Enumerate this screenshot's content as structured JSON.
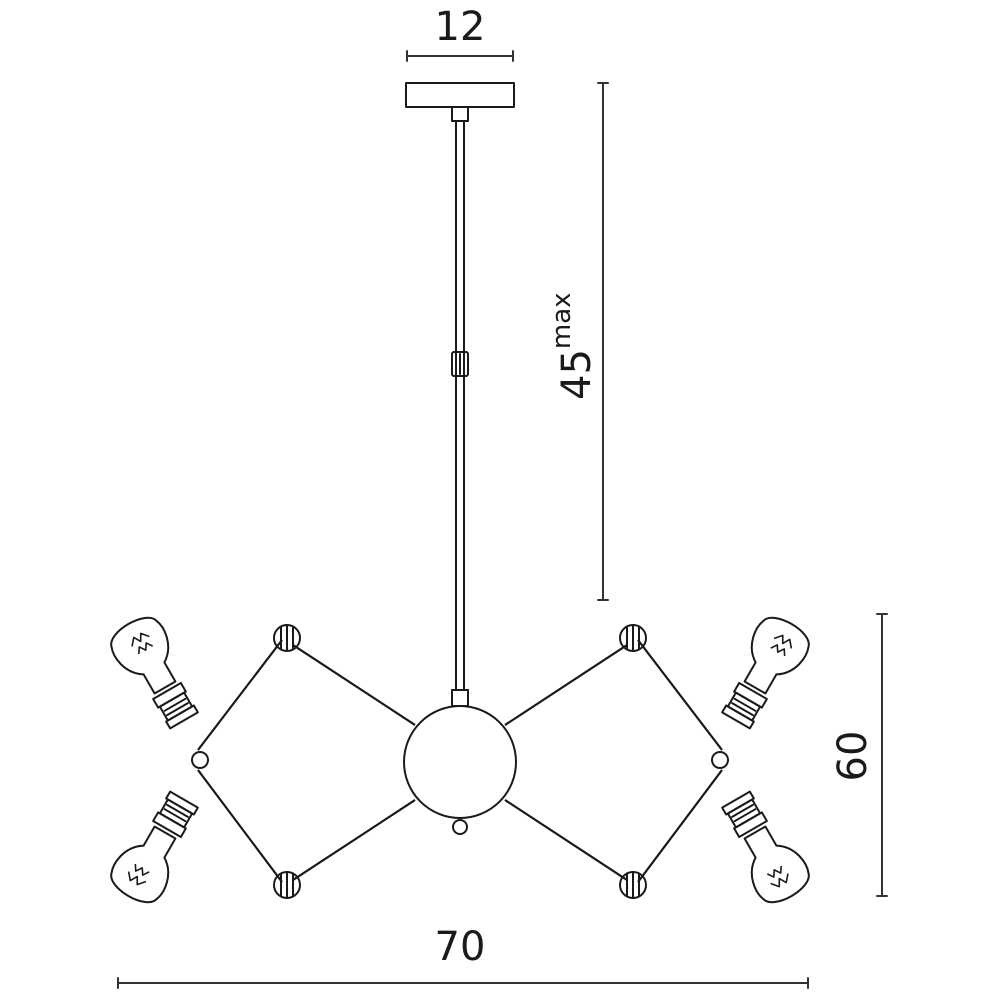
{
  "dimensions": {
    "canopy_width": "12",
    "drop_height": "45",
    "drop_height_suffix": "max",
    "fixture_height": "60",
    "fixture_width": "70"
  }
}
